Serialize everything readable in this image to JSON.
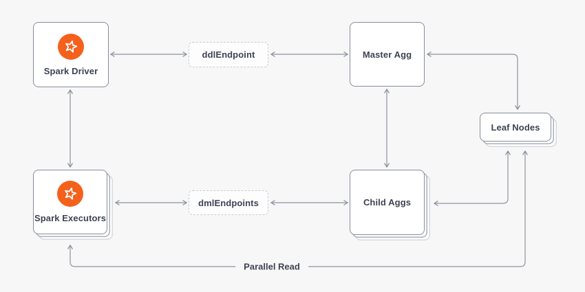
{
  "colors": {
    "background": "#f7f7f8",
    "node_border": "#868c98",
    "stack_border": "#aab0b9",
    "dashed_border": "#c7cad0",
    "line": "#8d919b",
    "text": "#3e4353",
    "spark_orange": "#f4611d"
  },
  "nodes": {
    "spark_driver": {
      "label": "Spark Driver",
      "icon": "spark-star-icon",
      "style": "solid",
      "stacked": false
    },
    "ddl_endpoint": {
      "label": "ddlEndpoint",
      "style": "dashed",
      "stacked": false
    },
    "master_agg": {
      "label": "Master Agg",
      "style": "solid",
      "stacked": false
    },
    "leaf_nodes": {
      "label": "Leaf Nodes",
      "style": "solid",
      "stacked": true
    },
    "spark_executors": {
      "label": "Spark Executors",
      "icon": "spark-star-icon",
      "style": "solid",
      "stacked": true
    },
    "dml_endpoints": {
      "label": "dmlEndpoints",
      "style": "dashed",
      "stacked": false
    },
    "child_aggs": {
      "label": "Child Aggs",
      "style": "solid",
      "stacked": true
    }
  },
  "edges": [
    {
      "from": "spark_driver",
      "to": "ddl_endpoint",
      "direction": "bidirectional",
      "label": ""
    },
    {
      "from": "ddl_endpoint",
      "to": "master_agg",
      "direction": "bidirectional",
      "label": ""
    },
    {
      "from": "master_agg",
      "to": "leaf_nodes",
      "direction": "bidirectional",
      "label": ""
    },
    {
      "from": "master_agg",
      "to": "child_aggs",
      "direction": "bidirectional",
      "label": ""
    },
    {
      "from": "spark_driver",
      "to": "spark_executors",
      "direction": "bidirectional",
      "label": ""
    },
    {
      "from": "spark_executors",
      "to": "dml_endpoints",
      "direction": "bidirectional",
      "label": ""
    },
    {
      "from": "dml_endpoints",
      "to": "child_aggs",
      "direction": "bidirectional",
      "label": ""
    },
    {
      "from": "child_aggs",
      "to": "leaf_nodes",
      "direction": "bidirectional",
      "label": ""
    },
    {
      "from": "leaf_nodes",
      "to": "spark_executors",
      "direction": "bidirectional",
      "label": "Parallel Read"
    }
  ]
}
